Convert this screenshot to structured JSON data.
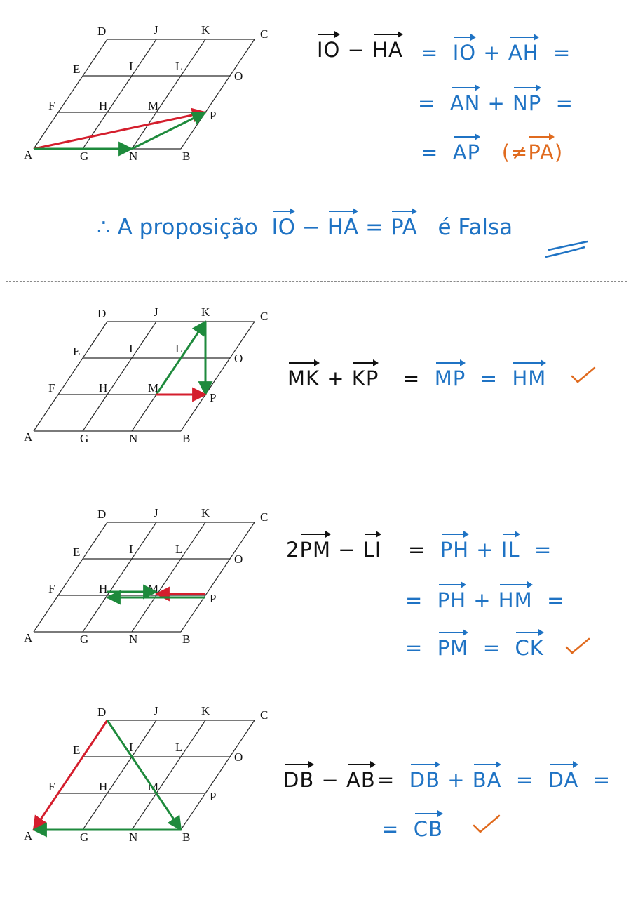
{
  "colors": {
    "ink": "#111111",
    "blue": "#1f73c4",
    "orange": "#e06b1f",
    "red": "#d41e2d",
    "green": "#1e8a3c"
  },
  "grid_labels": [
    "D",
    "J",
    "K",
    "C",
    "E",
    "I",
    "L",
    "O",
    "F",
    "H",
    "M",
    "P",
    "A",
    "G",
    "N",
    "B"
  ],
  "panels": [
    {
      "left": [
        "IO",
        " − ",
        "HA"
      ],
      "lines": [
        [
          "=",
          "IO",
          "+",
          "AH",
          "="
        ],
        [
          "=",
          "AN",
          "+",
          "NP",
          "="
        ],
        [
          "=",
          "AP",
          "(≠",
          "PA",
          ")"
        ]
      ],
      "conclusion": {
        "prefix": "∴ A proposição",
        "v1": "IO",
        "minus": "−",
        "v2": "HA",
        "eq": "=",
        "v3": "PA",
        "suffix": "é Falsa"
      },
      "vectors": [
        {
          "from": "A",
          "to": "P",
          "color": "red"
        },
        {
          "from": "A",
          "to": "N",
          "color": "green"
        },
        {
          "from": "N",
          "to": "P",
          "color": "green"
        }
      ]
    },
    {
      "left": [
        "MK",
        "+",
        "KP"
      ],
      "lines": [
        [
          "=",
          "MP",
          "=",
          "HM"
        ]
      ],
      "vectors": [
        {
          "from": "M",
          "to": "K",
          "color": "green"
        },
        {
          "from": "K",
          "to": "P",
          "color": "green"
        },
        {
          "from": "M",
          "to": "P",
          "color": "red"
        }
      ]
    },
    {
      "left": [
        "2",
        "PM",
        "−",
        "LI"
      ],
      "lines": [
        [
          "=",
          "PH",
          "+",
          "IL",
          "="
        ],
        [
          "=",
          "PH",
          "+",
          "HM",
          "="
        ],
        [
          "=",
          "PM",
          "=",
          "CK"
        ]
      ],
      "vectors": [
        {
          "from": "P",
          "to": "M",
          "color": "red"
        },
        {
          "from": "H",
          "to": "M",
          "color": "green"
        },
        {
          "from": "P",
          "to": "H",
          "color": "green"
        }
      ]
    },
    {
      "left": [
        "DB",
        "−",
        "AB"
      ],
      "lines": [
        [
          "=",
          "DB",
          "+",
          "BA",
          "=",
          "DA",
          "="
        ],
        [
          "=",
          "CB"
        ]
      ],
      "vectors": [
        {
          "from": "D",
          "to": "A",
          "color": "red"
        },
        {
          "from": "D",
          "to": "B",
          "color": "green"
        },
        {
          "from": "B",
          "to": "A",
          "color": "green"
        }
      ]
    }
  ]
}
